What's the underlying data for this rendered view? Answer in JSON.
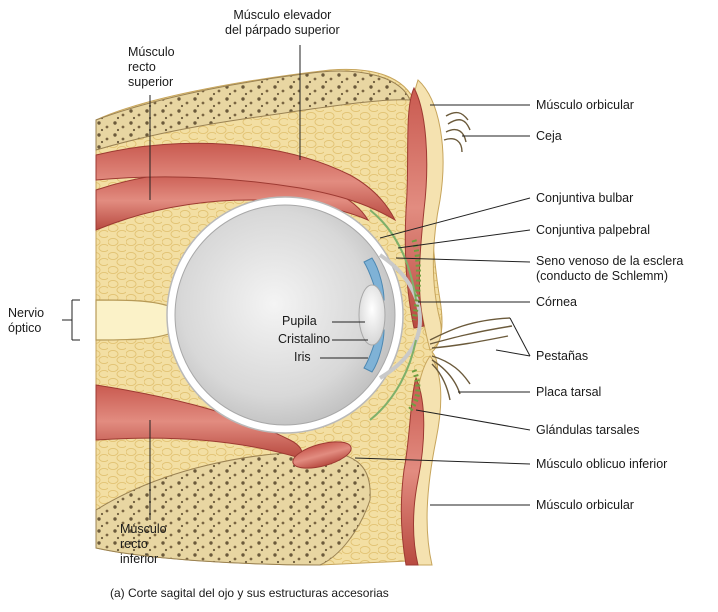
{
  "labels": {
    "levator": [
      "Músculo elevador",
      "del párpado superior"
    ],
    "superior_rectus": [
      "Músculo",
      "recto",
      "superior"
    ],
    "orbicularis_top": "Músculo orbicular",
    "brow": "Ceja",
    "bulbar_conjunctiva": "Conjuntiva bulbar",
    "palpebral_conjunctiva": "Conjuntiva palpebral",
    "scleral_sinus": [
      "Seno venoso de la esclera",
      "(conducto de Schlemm)"
    ],
    "cornea": "Córnea",
    "optic_nerve": [
      "Nervio",
      "óptico"
    ],
    "pupil": "Pupila",
    "lens": "Cristalino",
    "iris": "Iris",
    "eyelashes": "Pestañas",
    "tarsal_plate": "Placa tarsal",
    "tarsal_glands": "Glándulas tarsales",
    "inferior_oblique": "Músculo oblicuo inferior",
    "orbicularis_bottom": "Músculo orbicular",
    "inferior_rectus": [
      "Músculo",
      "recto",
      "inferior"
    ]
  },
  "caption": "(a) Corte sagital del ojo y sus estructuras accesorias",
  "colors": {
    "fat": "#f3dfa3",
    "fat_cell": "#e6c97a",
    "bone": "#e8d6a2",
    "bone_spot": "#6b5a3b",
    "muscle": "#d9756a",
    "muscle_dark": "#b2443b",
    "skin": "#f5e2b0",
    "eyeball": "#dcdcdc",
    "sclera": "#ffffff",
    "iris": "#7fb2d6",
    "gland": "#8ab35a",
    "leader": "#222222"
  }
}
